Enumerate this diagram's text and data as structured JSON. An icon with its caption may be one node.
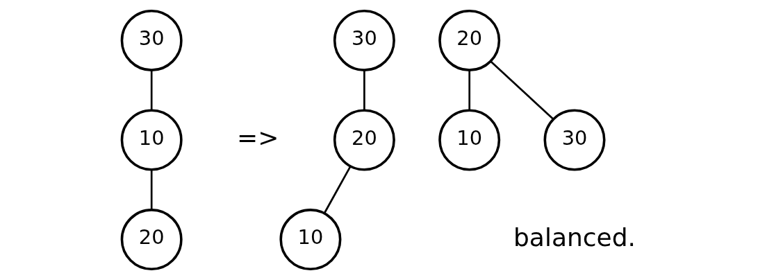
{
  "diagram": {
    "nodes": [
      {
        "text": [
          "30"
        ]
      },
      {
        "text": [
          "10"
        ]
      },
      {
        "text": [
          "20"
        ]
      },
      {
        "text": [
          "30"
        ]
      },
      {
        "text": [
          "20"
        ]
      },
      {
        "text": [
          "10"
        ]
      },
      {
        "text": [
          "20"
        ]
      },
      {
        "text": [
          "10"
        ]
      },
      {
        "text": [
          "30"
        ]
      }
    ],
    "edges": [
      {
        "from": 0,
        "to": 1,
        "arrow": "none"
      },
      {
        "from": 1,
        "to": 2,
        "arrow": "none"
      },
      {
        "from": 3,
        "to": 4,
        "arrow": "none"
      },
      {
        "from": 4,
        "to": 5,
        "arrow": "none"
      },
      {
        "from": 6,
        "to": 7,
        "arrow": "none"
      },
      {
        "from": 6,
        "to": 8,
        "arrow": "none"
      }
    ],
    "labels": [
      "=>",
      "balanced."
    ]
  }
}
